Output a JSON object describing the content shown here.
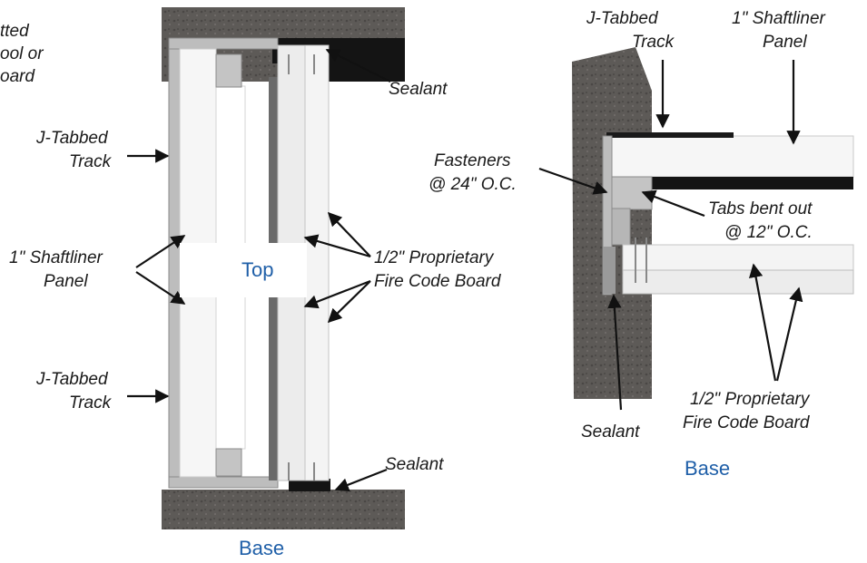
{
  "left_diagram": {
    "clipped_label_lines": [
      "tted",
      "ool or",
      "oard"
    ],
    "j_tabbed_track_top": [
      "J-Tabbed",
      "Track"
    ],
    "j_tabbed_track_bottom": [
      "J-Tabbed",
      "Track"
    ],
    "shaftliner_panel": [
      "1\" Shaftliner",
      "Panel"
    ],
    "top_label": "Top",
    "fire_code_board": [
      "1/2\" Proprietary",
      "Fire Code Board"
    ],
    "sealant_top": "Sealant",
    "sealant_bottom": "Sealant",
    "base_label": "Base"
  },
  "right_diagram": {
    "j_tabbed_track": [
      "J-Tabbed",
      "Track"
    ],
    "shaftliner_panel": [
      "1\" Shaftliner",
      "Panel"
    ],
    "fasteners": [
      "Fasteners",
      "@ 24\" O.C."
    ],
    "tabs_bent_out": [
      "Tabs bent out",
      "@ 12\" O.C."
    ],
    "fire_code_board": [
      "1/2\" Proprietary",
      "Fire Code Board"
    ],
    "sealant": "Sealant",
    "base_label": "Base"
  },
  "colors": {
    "concrete": "#5d5a57",
    "concrete_dark": "#3a3836",
    "panel": "#f6f6f6",
    "board": "#ececec",
    "track_metal": "#b9b9b9",
    "sealant_black": "#141414",
    "label_blue": "#1f5fa8"
  }
}
